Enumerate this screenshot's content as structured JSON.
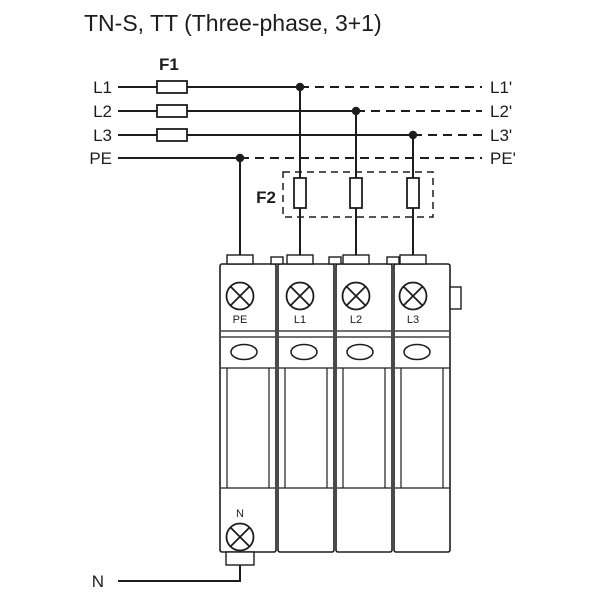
{
  "title": "TN-S, TT (Three-phase, 3+1)",
  "colors": {
    "ink": "#1d1d1d",
    "background": "#ffffff"
  },
  "input_lines": {
    "l1": {
      "label": "L1",
      "out_label": "L1'"
    },
    "l2": {
      "label": "L2",
      "out_label": "L2'"
    },
    "l3": {
      "label": "L3",
      "out_label": "L3'"
    },
    "pe": {
      "label": "PE",
      "out_label": "PE'"
    }
  },
  "fuse_groups": {
    "f1_label": "F1",
    "f2_label": "F2"
  },
  "spd_device": {
    "top_terminals": [
      "PE",
      "L1",
      "L2",
      "L3"
    ],
    "bottom_terminal": "N"
  },
  "neutral_line_label": "N"
}
